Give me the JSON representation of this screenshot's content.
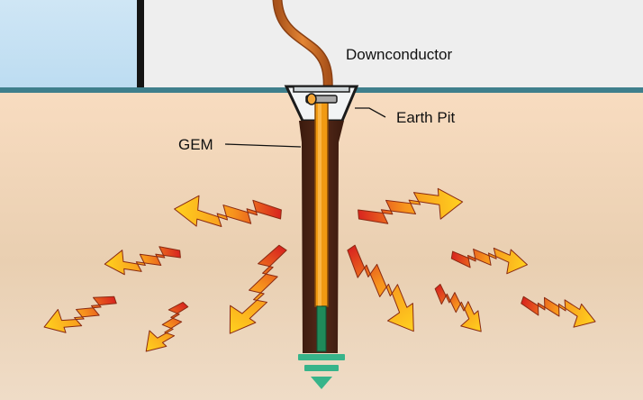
{
  "labels": {
    "downconductor": "Downconductor",
    "earth_pit": "Earth Pit",
    "gem": "GEM"
  },
  "colors": {
    "sky": "#d2e8f6",
    "wall": "#ededed",
    "ground_surface": "#3f7f8c",
    "soil_top": "#f7ddc1",
    "soil_bottom": "#eed9c2",
    "gem_fill": "#4a2314",
    "electrode": "#f19a12",
    "cable": "#cf6b1d",
    "rod": "#1f8a5a",
    "ground_symbol": "#37b48a"
  },
  "icons": {
    "earth_ground": "earth-ground-symbol",
    "discharge": "lightning-arrow-icon"
  }
}
